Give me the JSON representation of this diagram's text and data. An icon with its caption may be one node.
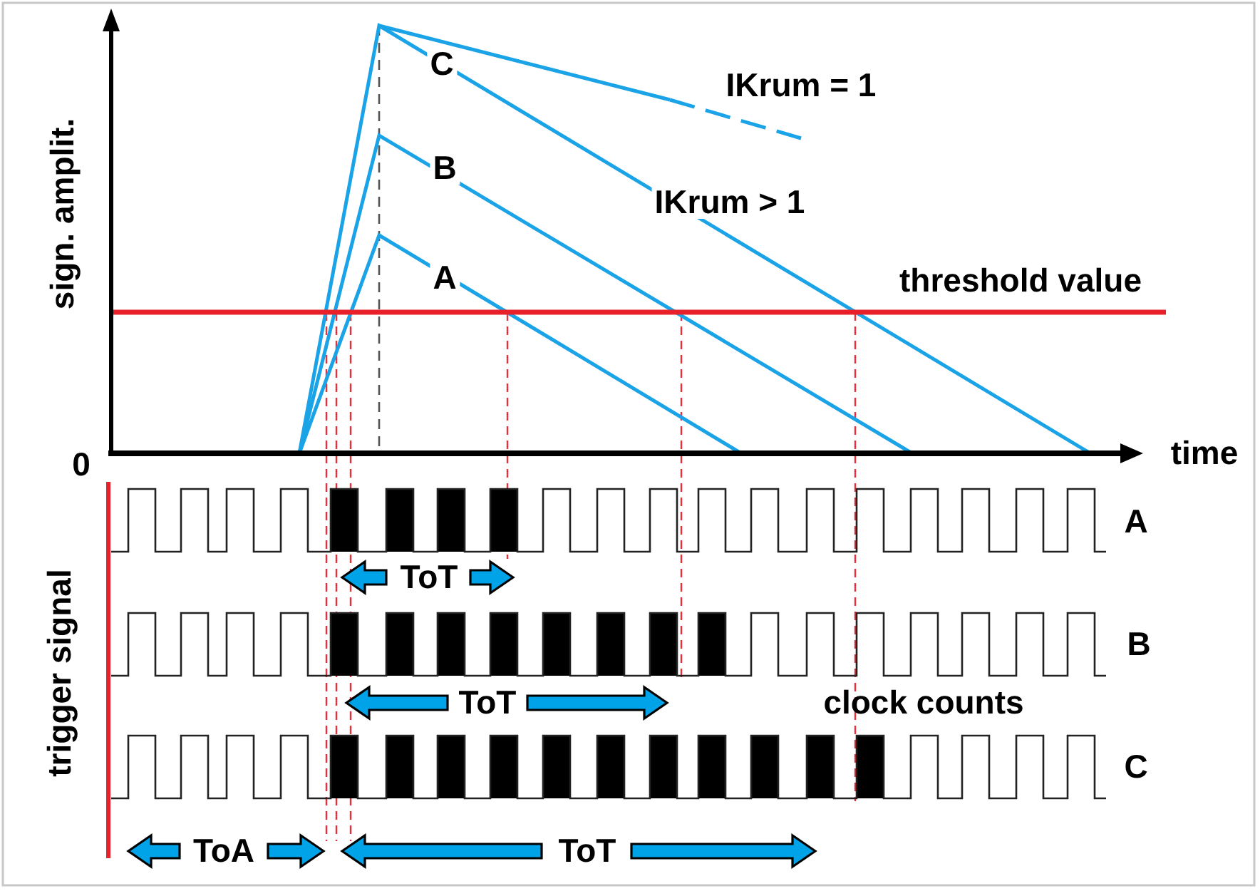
{
  "diagram": {
    "labels": [
      "sign. amplit.",
      "C",
      "IKrum = 1",
      "B",
      "IKrum > 1",
      "threshold value",
      "A",
      "0",
      "time",
      "A",
      "trigger signal",
      "ToT",
      "B",
      "ToT",
      "clock counts",
      "C",
      "ToA",
      "ToT"
    ]
  }
}
